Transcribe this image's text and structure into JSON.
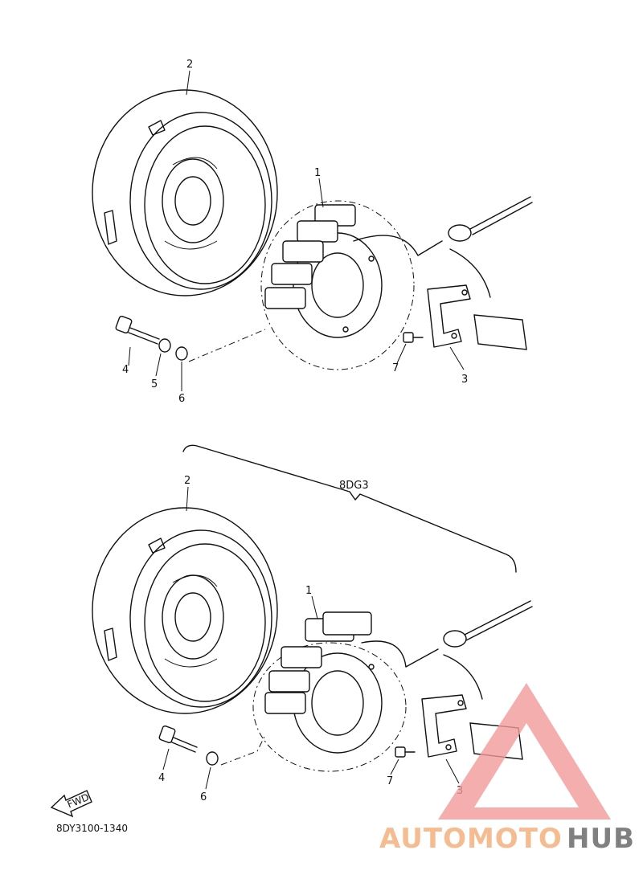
{
  "labels_top": [
    "1",
    "2",
    "3",
    "4",
    "5",
    "6",
    "7"
  ],
  "labels_bottom": [
    "1",
    "2",
    "3",
    "4",
    "6",
    "7"
  ],
  "variant_code": "8DG3",
  "fwd_label": "FWD",
  "diagram_code": "8DY3100-1340",
  "watermark": {
    "part1": "AUTOMOTO",
    "part2": "HUB",
    "color1": "#f5b98c",
    "color2": "#7a7a7a",
    "triangle": "#f29a9a"
  }
}
